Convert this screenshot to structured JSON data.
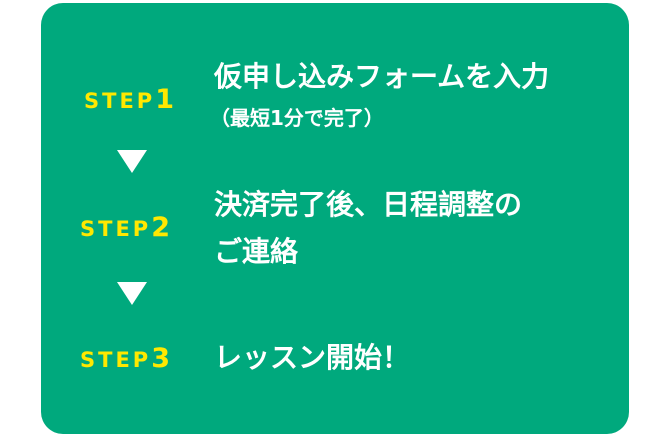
{
  "colors": {
    "card_background": "#00A97D",
    "step_label": "#FFE800",
    "text": "#FFFFFF",
    "page_background": "#FFFFFF"
  },
  "steps": [
    {
      "label": "STEP",
      "number": "1",
      "text_lines": [
        "仮申し込みフォームを入力"
      ],
      "sub": "（最短1分で完了）"
    },
    {
      "label": "STEP",
      "number": "2",
      "text_lines": [
        "決済完了後、日程調整の",
        "ご連絡"
      ]
    },
    {
      "label": "STEP",
      "number": "3",
      "text_lines": [
        "レッスン開始！"
      ]
    }
  ],
  "arrows": [
    {
      "icon": "down-triangle-icon"
    },
    {
      "icon": "down-triangle-icon"
    }
  ]
}
